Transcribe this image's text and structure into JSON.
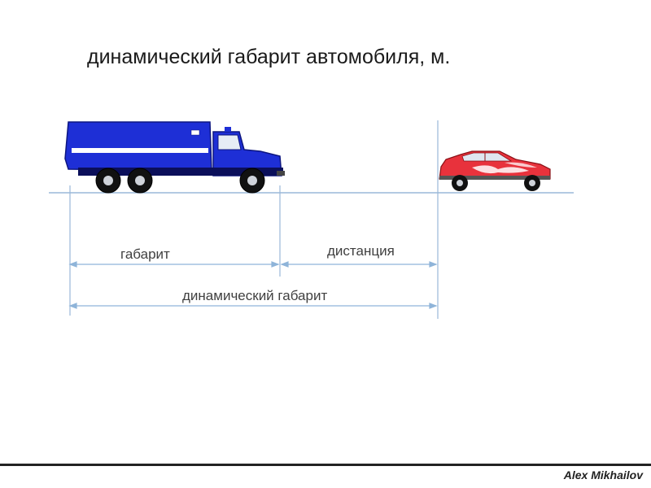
{
  "title": "динамический габарит автомобиля, м.",
  "labels": {
    "gabarit": "габарит",
    "distance": "дистанция",
    "dynamic": "динамический габарит"
  },
  "footer": {
    "author": "Alex Mikhailov"
  },
  "colors": {
    "truck_body": "#1e2fd6",
    "car_body": "#e8323c",
    "dimension_line": "#8fb4d9"
  }
}
